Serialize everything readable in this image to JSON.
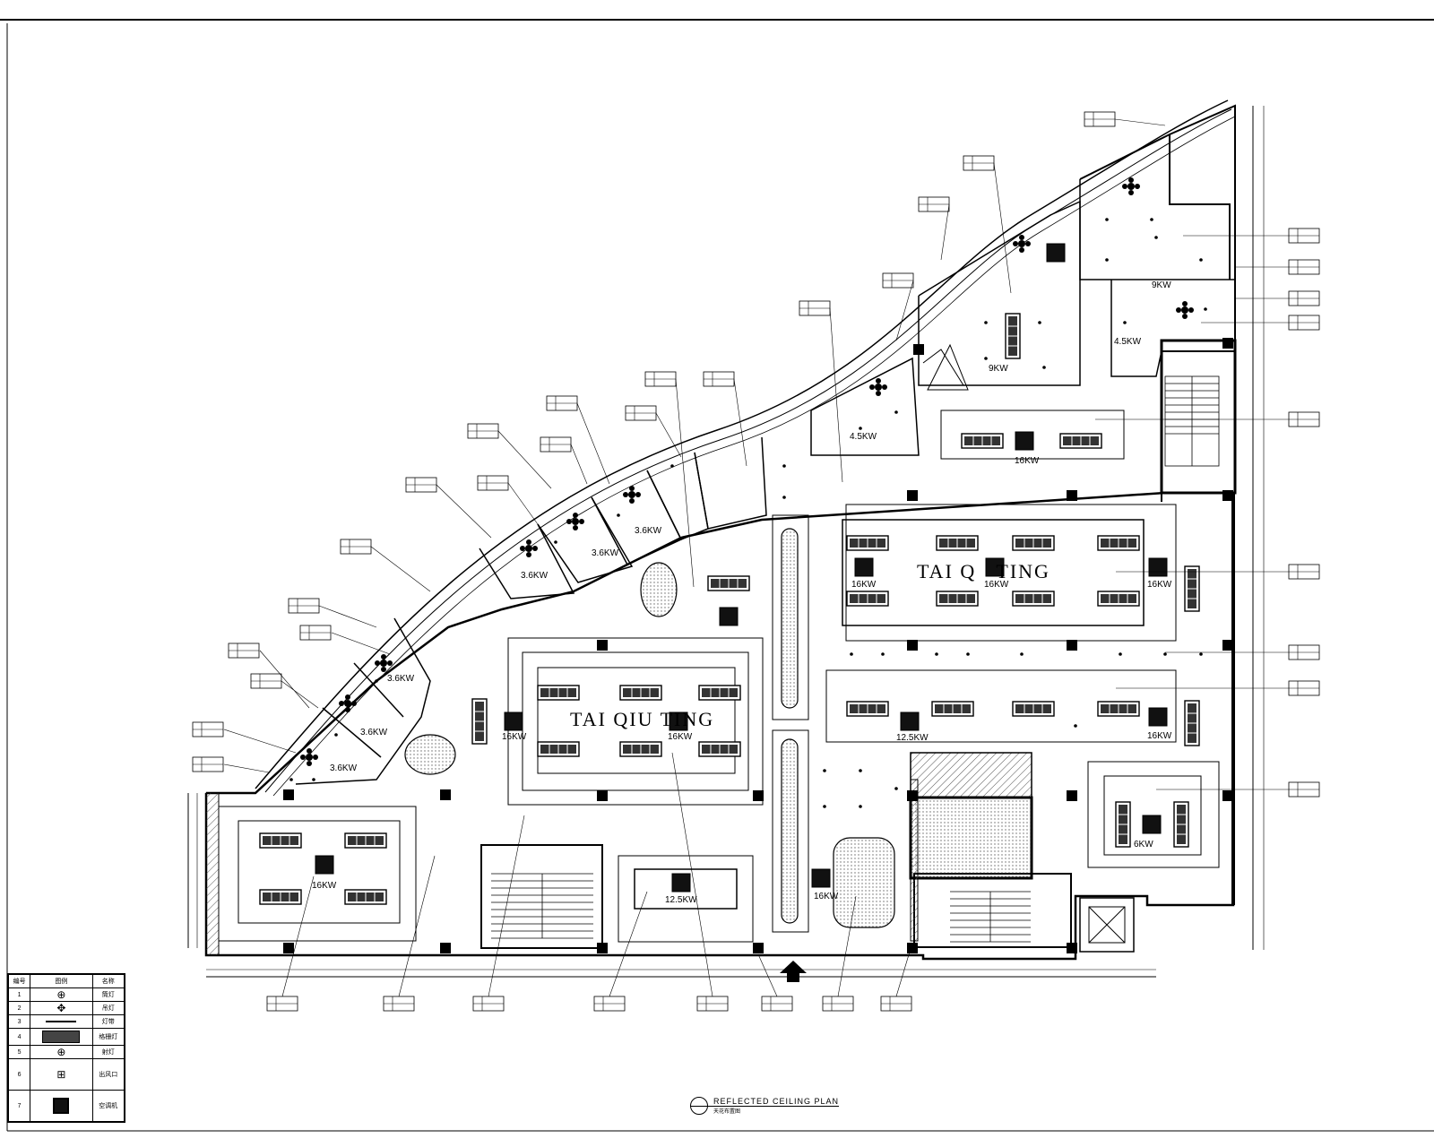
{
  "drawing": {
    "title": "REFLECTED CEILING PLAN",
    "subtitle": "天花布置图"
  },
  "rooms": {
    "hall1_name": "TAI QIU TING",
    "hall2_name": "TAI Q   TING"
  },
  "power_labels": [
    "16KW",
    "16KW",
    "16KW",
    "16KW",
    "16KW",
    "16KW",
    "16KW",
    "16KW",
    "16KW",
    "12.5KW",
    "12.5KW",
    "9KW",
    "9KW",
    "6KW",
    "4.5KW",
    "4.5KW",
    "3.6KW",
    "3.6KW",
    "3.6KW",
    "3.6KW",
    "3.6KW",
    "3.6KW"
  ],
  "legend": {
    "header": [
      "编号",
      "图例",
      "名称"
    ],
    "rows": [
      {
        "no": "1",
        "name": "筒灯"
      },
      {
        "no": "2",
        "name": "吊灯"
      },
      {
        "no": "3",
        "name": "灯带"
      },
      {
        "no": "4",
        "name": "格栅灯"
      },
      {
        "no": "5",
        "name": "射灯"
      },
      {
        "no": "6",
        "name": "出风口"
      },
      {
        "no": "7",
        "name": "空调机"
      }
    ]
  },
  "colors": {
    "line": "#000000",
    "hatch": "#555555",
    "fill_dark": "#111111",
    "fill_gray": "#bbbbbb",
    "background": "#ffffff"
  }
}
